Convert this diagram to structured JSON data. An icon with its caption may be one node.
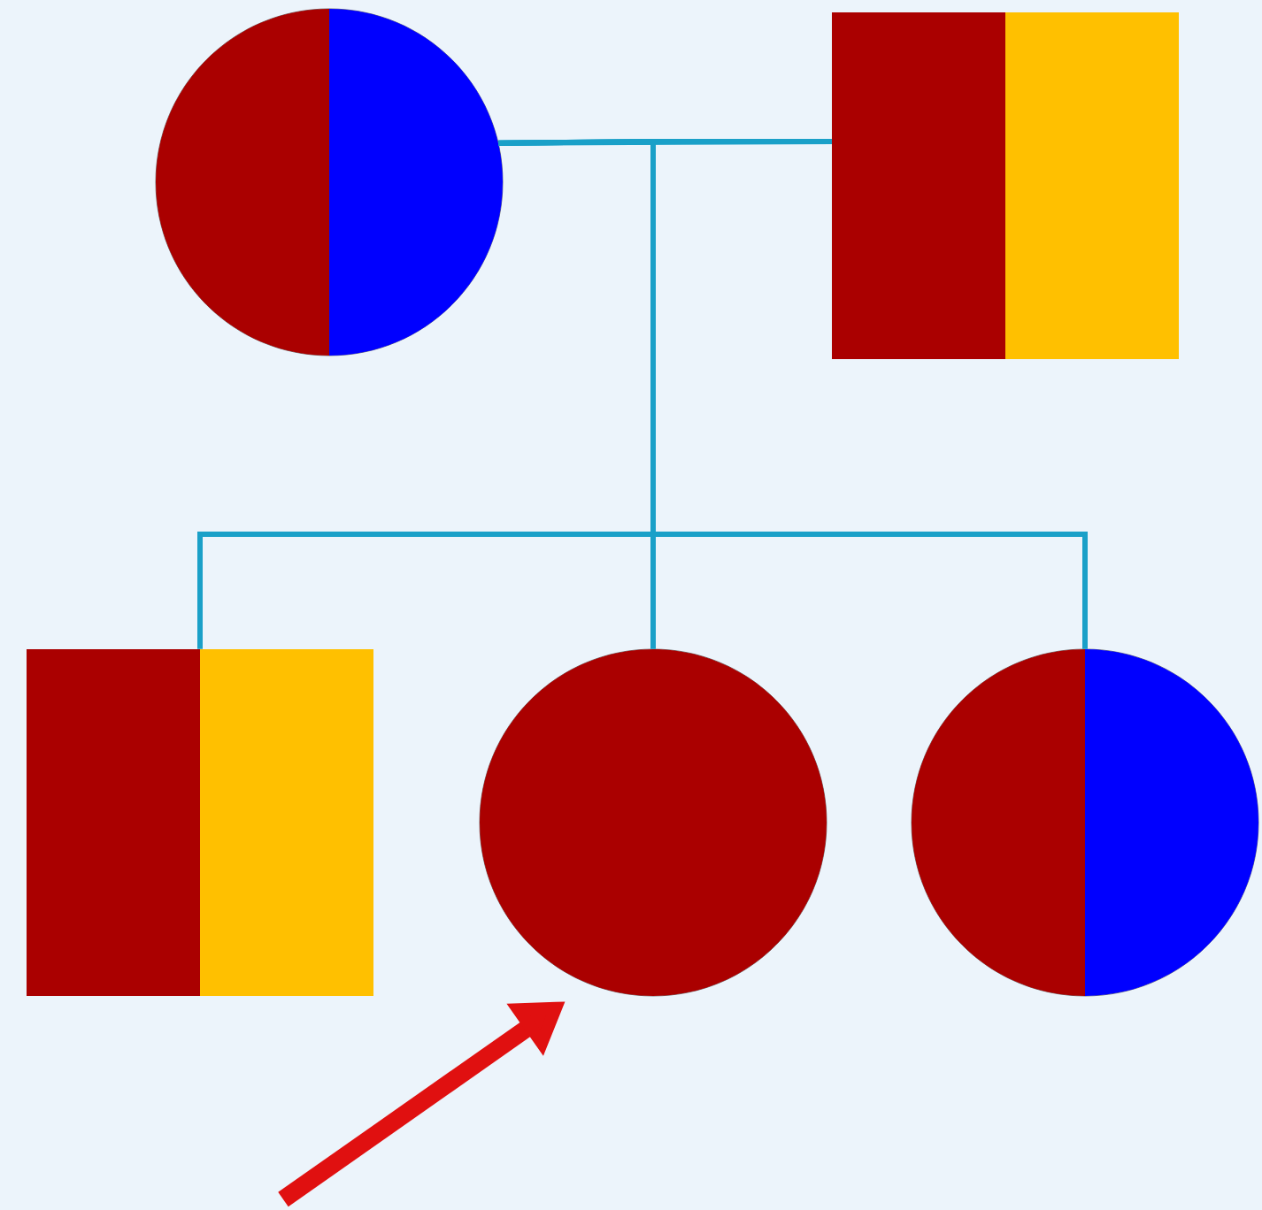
{
  "diagram": {
    "nodes": [
      {
        "text": [],
        "shape": "circle"
      },
      {
        "text": [],
        "shape": "box"
      },
      {
        "text": [],
        "shape": "box"
      },
      {
        "text": [],
        "shape": "circle"
      },
      {
        "text": [],
        "shape": "circle"
      }
    ],
    "edges": [
      {
        "from": 0,
        "to": 1,
        "arrow": "none"
      },
      {
        "from": 0,
        "to": 2,
        "arrow": "none"
      },
      {
        "from": 0,
        "to": 3,
        "arrow": "none"
      },
      {
        "from": 0,
        "to": 4,
        "arrow": "none"
      },
      {
        "from": 1,
        "to": 2,
        "arrow": "none"
      },
      {
        "from": 1,
        "to": 3,
        "arrow": "none"
      },
      {
        "from": 1,
        "to": 4,
        "arrow": "none"
      },
      {
        "from": null,
        "to": 3,
        "arrow": "to",
        "style": "thick",
        "color": "#e01010"
      }
    ]
  }
}
